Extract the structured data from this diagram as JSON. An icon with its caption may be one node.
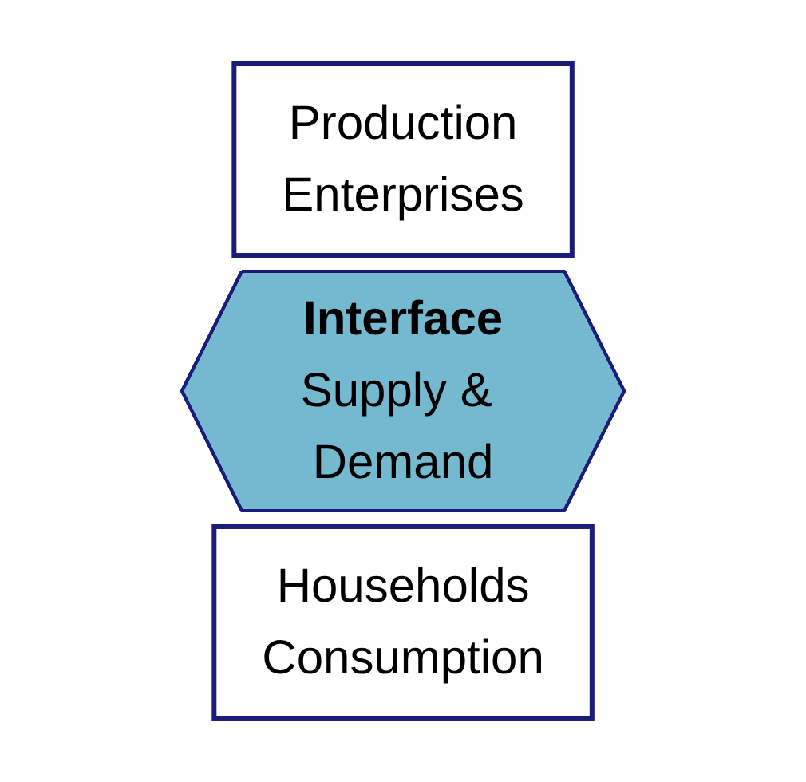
{
  "diagram": {
    "nodes": [
      {
        "text": [
          "Production",
          "Enterprises"
        ]
      },
      {
        "text": [
          "Interface",
          "Supply & Demand"
        ]
      },
      {
        "text": [
          "Households",
          "Consumption"
        ]
      }
    ],
    "edges": []
  }
}
